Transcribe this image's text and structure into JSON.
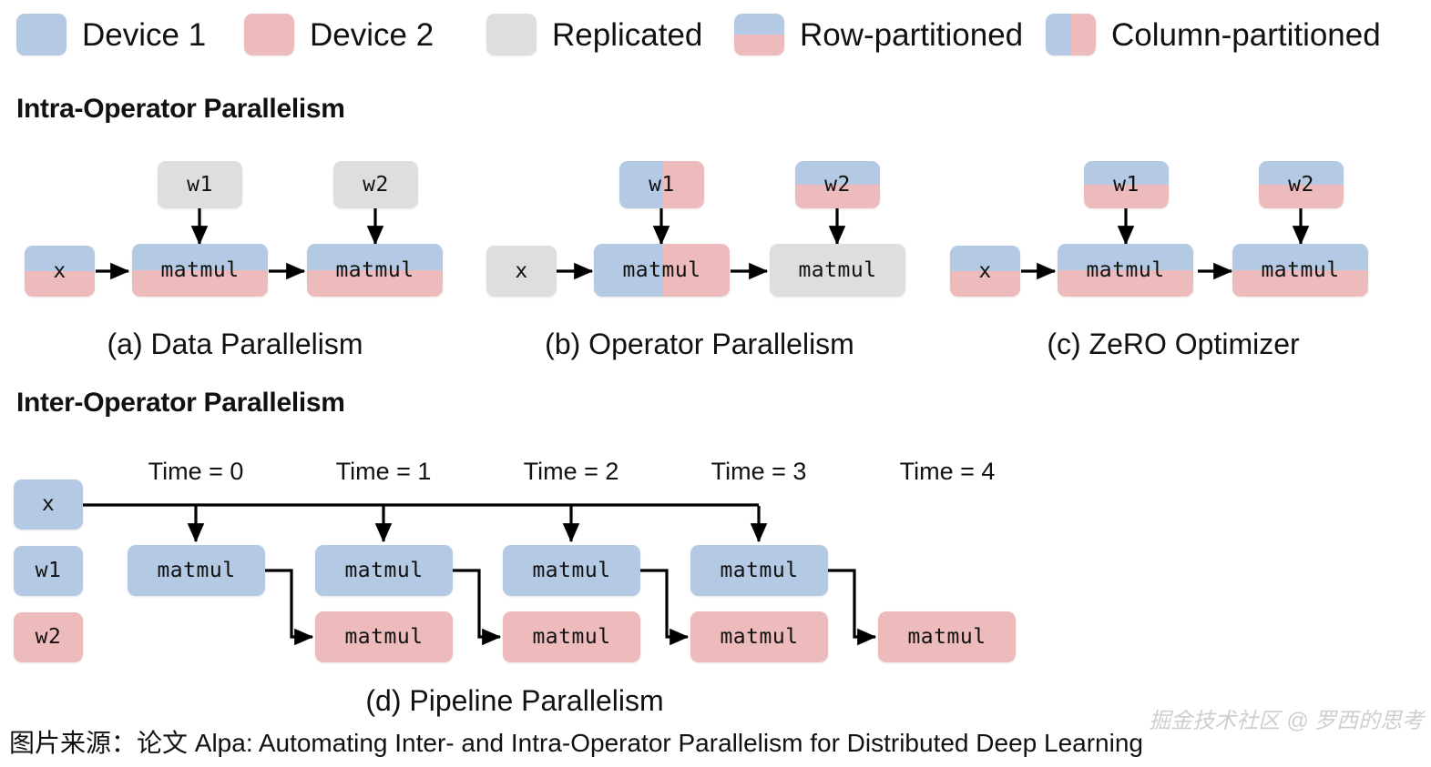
{
  "legend": {
    "items": [
      {
        "label": "Device 1",
        "swatch": "solid-blue",
        "name": "legend-swatch-device-1"
      },
      {
        "label": "Device 2",
        "swatch": "solid-pink",
        "name": "legend-swatch-device-2"
      },
      {
        "label": "Replicated",
        "swatch": "solid-grey",
        "name": "legend-swatch-replicated"
      },
      {
        "label": "Row-partitioned",
        "swatch": "row-split",
        "name": "legend-swatch-row-partitioned"
      },
      {
        "label": "Column-partitioned",
        "swatch": "column-split",
        "name": "legend-swatch-column-partitioned"
      }
    ]
  },
  "colors": {
    "blue": "#b4c9e3",
    "pink": "#eebbbc",
    "grey": "#dedede",
    "line": "#000000",
    "text": "#111111",
    "watermark": "#cfcfcf"
  },
  "sections": {
    "intra": "Intra-Operator Parallelism",
    "inter": "Inter-Operator Parallelism"
  },
  "panels": {
    "a": {
      "caption": "(a) Data Parallelism",
      "nodes": {
        "x": {
          "label": "x",
          "fill": "row-split"
        },
        "w1": {
          "label": "w1",
          "fill": "solid-grey"
        },
        "w2": {
          "label": "w2",
          "fill": "solid-grey"
        },
        "matmul1": {
          "label": "matmul",
          "fill": "row-split"
        },
        "matmul2": {
          "label": "matmul",
          "fill": "row-split"
        }
      }
    },
    "b": {
      "caption": "(b) Operator Parallelism",
      "nodes": {
        "x": {
          "label": "x",
          "fill": "solid-grey"
        },
        "w1": {
          "label": "w1",
          "fill": "column-split"
        },
        "w2": {
          "label": "w2",
          "fill": "row-split"
        },
        "matmul1": {
          "label": "matmul",
          "fill": "column-split"
        },
        "matmul2": {
          "label": "matmul",
          "fill": "solid-grey"
        }
      }
    },
    "c": {
      "caption": "(c) ZeRO Optimizer",
      "nodes": {
        "x": {
          "label": "x",
          "fill": "row-split"
        },
        "w1": {
          "label": "w1",
          "fill": "row-split"
        },
        "w2": {
          "label": "w2",
          "fill": "row-split"
        },
        "matmul1": {
          "label": "matmul",
          "fill": "row-split"
        },
        "matmul2": {
          "label": "matmul",
          "fill": "row-split"
        }
      }
    },
    "d": {
      "caption": "(d) Pipeline Parallelism",
      "inputs": [
        {
          "label": "x",
          "fill": "solid-blue"
        },
        {
          "label": "w1",
          "fill": "solid-blue"
        },
        {
          "label": "w2",
          "fill": "solid-pink"
        }
      ],
      "time_labels": [
        "Time = 0",
        "Time = 1",
        "Time = 2",
        "Time = 3",
        "Time = 4"
      ],
      "stage1": [
        {
          "label": "matmul",
          "fill": "solid-blue",
          "time": 0
        },
        {
          "label": "matmul",
          "fill": "solid-blue",
          "time": 1
        },
        {
          "label": "matmul",
          "fill": "solid-blue",
          "time": 2
        },
        {
          "label": "matmul",
          "fill": "solid-blue",
          "time": 3
        }
      ],
      "stage2": [
        {
          "label": "matmul",
          "fill": "solid-pink",
          "time": 1
        },
        {
          "label": "matmul",
          "fill": "solid-pink",
          "time": 2
        },
        {
          "label": "matmul",
          "fill": "solid-pink",
          "time": 3
        },
        {
          "label": "matmul",
          "fill": "solid-pink",
          "time": 4
        }
      ]
    }
  },
  "footer": {
    "source": "图片来源：论文 Alpa: Automating Inter- and Intra-Operator Parallelism for Distributed Deep Learning",
    "watermark": "掘金技术社区 @ 罗西的思考"
  }
}
